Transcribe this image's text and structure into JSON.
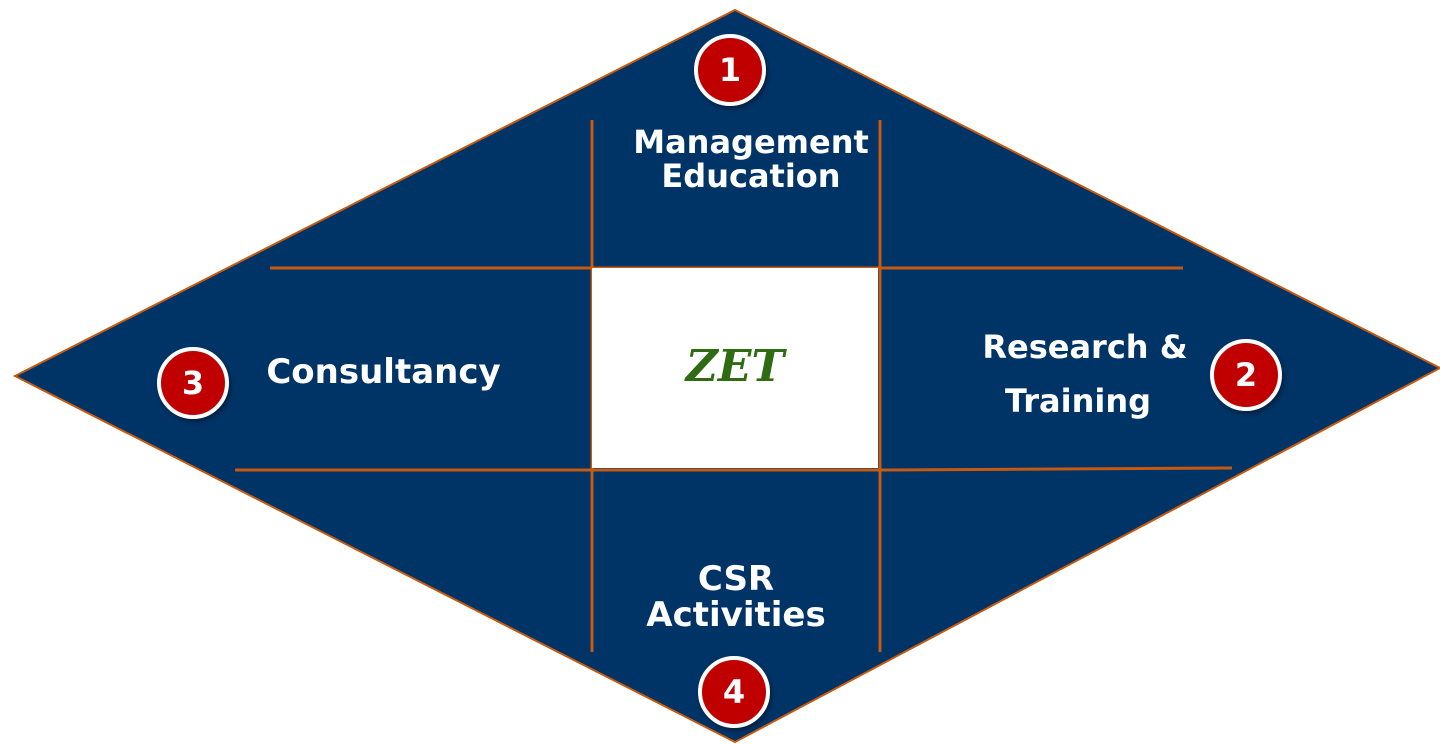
{
  "colors": {
    "diamond_fill": "#003366",
    "diamond_stroke": "#c55a11",
    "divider": "#c55a11",
    "badge_fill": "#c00000",
    "badge_border": "#ffffff",
    "label_text": "#ffffff",
    "center_text": "#2e6b12"
  },
  "center": {
    "label": "ZET"
  },
  "quadrants": {
    "top": {
      "number": "1",
      "line1": "Management",
      "line2": "Education"
    },
    "right": {
      "number": "2",
      "line1": "Research &",
      "line2": "Training"
    },
    "left": {
      "number": "3",
      "line1": "Consultancy"
    },
    "bottom": {
      "number": "4",
      "line1": "CSR",
      "line2": "Activities"
    }
  }
}
